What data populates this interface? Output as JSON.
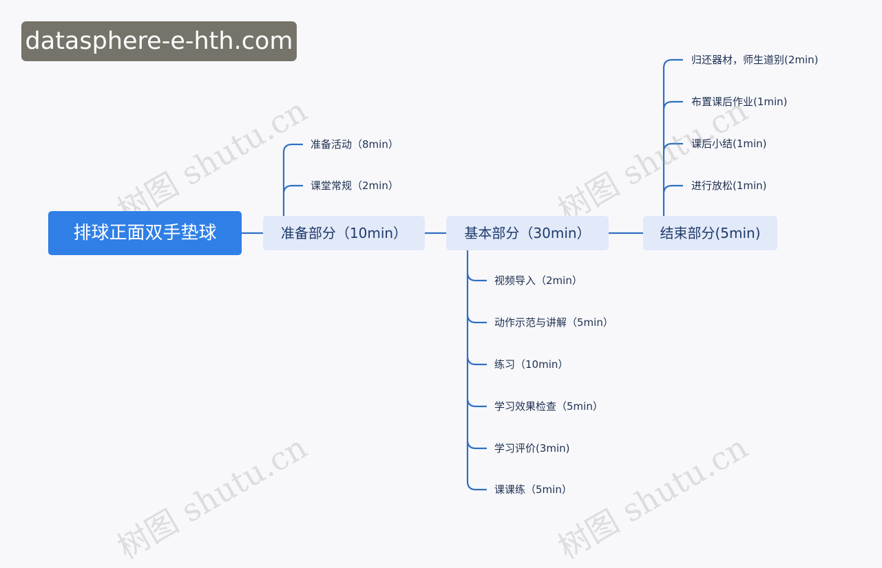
{
  "site_label": "datasphere-e-hth.com",
  "watermark": "树图 shutu.cn",
  "colors": {
    "root": "#2f7fe6",
    "branch": "#e2e9f9",
    "line": "#2e6fc2"
  },
  "root": "排球正面双手垫球",
  "branches": [
    {
      "label": "准备部分（10min）",
      "children": [
        "准备活动（8min）",
        "课堂常规（2min）"
      ]
    },
    {
      "label": "基本部分（30min）",
      "children": [
        "视频导入（2min）",
        "动作示范与讲解（5min）",
        "练习（10min）",
        "学习效果检查（5min）",
        "学习评价(3min)",
        "课课练（5min）"
      ]
    },
    {
      "label": "结束部分(5min)",
      "children": [
        "归还器材，师生道别(2min)",
        "布置课后作业(1min)",
        "课后小结(1min)",
        "进行放松(1min)"
      ]
    }
  ]
}
